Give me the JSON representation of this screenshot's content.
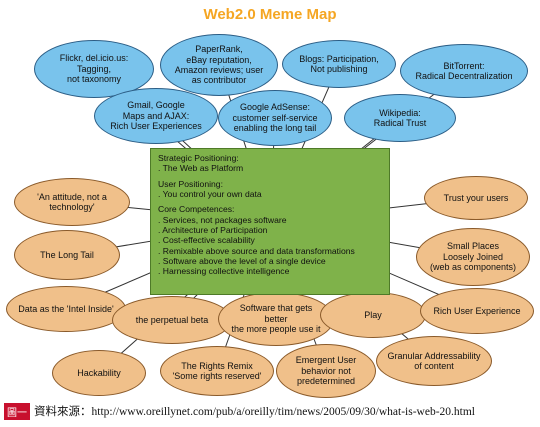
{
  "title": "Web2.0 Meme Map",
  "colors": {
    "blue_node": "#79c3ec",
    "orange_node": "#f0c08a",
    "core": "#7fb24a",
    "title": "#f5a623",
    "badge": "#c8102e"
  },
  "nodes": [
    {
      "id": "n1",
      "label": "Flickr, del.icio.us:\nTagging,\nnot taxonomy",
      "color": "blue"
    },
    {
      "id": "n2",
      "label": "PaperRank,\neBay reputation,\nAmazon reviews; user\nas contributor",
      "color": "blue"
    },
    {
      "id": "n3",
      "label": "Blogs: Participation,\nNot publishing",
      "color": "blue"
    },
    {
      "id": "n4",
      "label": "BitTorrent:\nRadical Decentralization",
      "color": "blue"
    },
    {
      "id": "n5",
      "label": "Gmail, Google\nMaps and AJAX:\nRich User Experiences",
      "color": "blue"
    },
    {
      "id": "n6",
      "label": "Google AdSense:\ncustomer self-service\nenabling the long tail",
      "color": "blue"
    },
    {
      "id": "n7",
      "label": "Wikipedia:\nRadical Trust",
      "color": "blue"
    },
    {
      "id": "n8",
      "label": "'An attitude, not a\ntechnology'",
      "color": "orange"
    },
    {
      "id": "n9",
      "label": "Trust your users",
      "color": "orange"
    },
    {
      "id": "n10",
      "label": "The Long Tail",
      "color": "orange"
    },
    {
      "id": "n11",
      "label": "Small Places\nLoosely Joined\n(web as components)",
      "color": "orange"
    },
    {
      "id": "n12",
      "label": "Data as the 'Intel Inside'",
      "color": "orange"
    },
    {
      "id": "n13",
      "label": "the perpetual beta",
      "color": "orange"
    },
    {
      "id": "n14",
      "label": "Software that gets\nbetter\nthe more people use it",
      "color": "orange"
    },
    {
      "id": "n15",
      "label": "Play",
      "color": "orange"
    },
    {
      "id": "n16",
      "label": "Rich User Experience",
      "color": "orange"
    },
    {
      "id": "n17",
      "label": "Hackability",
      "color": "orange"
    },
    {
      "id": "n18",
      "label": "The Rights Remix\n'Some rights reserved'",
      "color": "orange"
    },
    {
      "id": "n19",
      "label": "Emergent User\nbehavior not\npredetermined",
      "color": "orange"
    },
    {
      "id": "n20",
      "label": "Granular Addressability\nof content",
      "color": "orange"
    }
  ],
  "core": {
    "sections": [
      {
        "heading": "Strategic Positioning:",
        "items": [
          ". The Web as Platform"
        ]
      },
      {
        "heading": "User Positioning:",
        "items": [
          ". You control your own data"
        ]
      },
      {
        "heading": "Core Competences:",
        "items": [
          ". Services, not packages software",
          ". Architecture of Participation",
          ". Cost-effective scalability",
          ". Remixable above source and data transformations",
          ". Software above the level of a single device",
          ". Harnessing collective intelligence"
        ]
      }
    ]
  },
  "caption": {
    "badge": "圖一",
    "text": "資料來源：http://www.oreillynet.com/pub/a/oreilly/tim/news/2005/09/30/what-is-web-20.html"
  }
}
